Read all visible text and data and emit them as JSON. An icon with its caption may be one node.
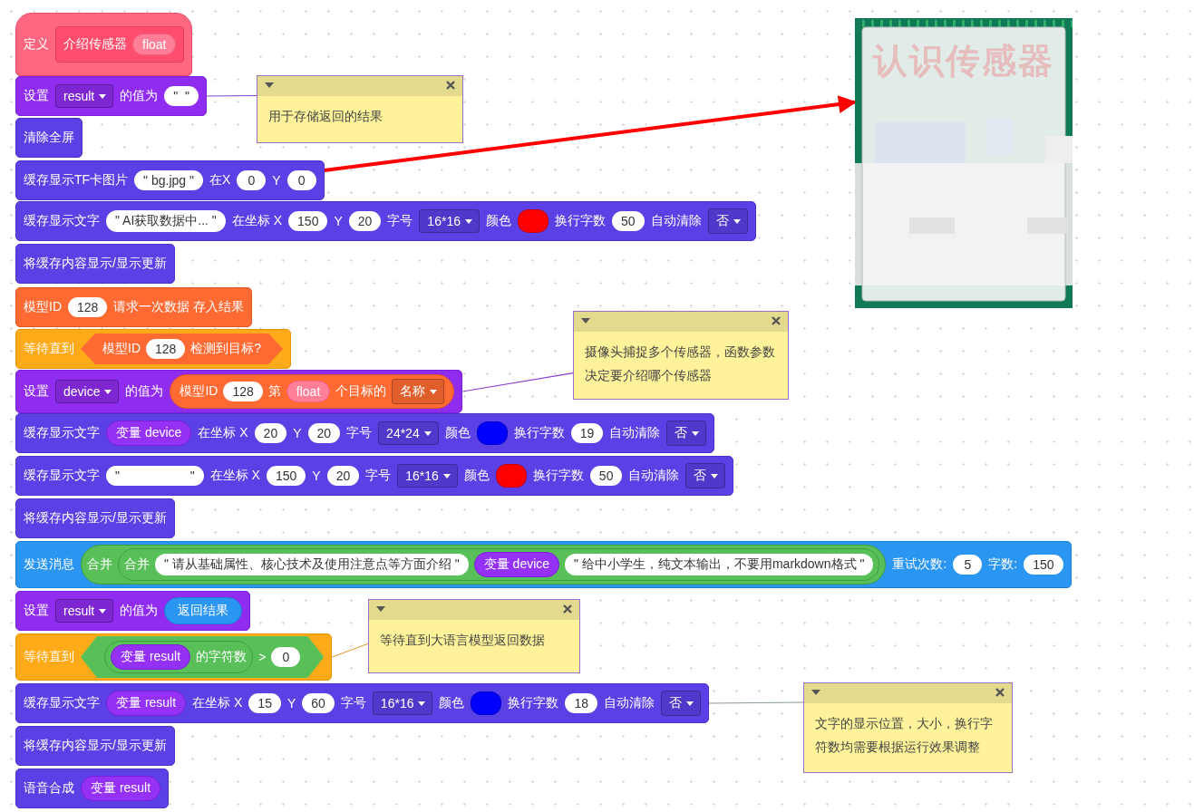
{
  "diagram": {
    "nodes": [
      {
        "text": [
          "定义",
          "介绍传感器",
          "float"
        ]
      },
      {
        "text": [
          "设置",
          "result",
          "的值为",
          "\"  \""
        ]
      },
      {
        "text": [
          "用于存储返回的结果"
        ]
      },
      {
        "text": [
          "清除全屏"
        ]
      },
      {
        "text": [
          "缓存显示TF卡图片",
          "\" bg.jpg \"",
          "在X",
          "0",
          "Y",
          "0"
        ]
      },
      {
        "text": [
          "认识传感器"
        ]
      },
      {
        "text": [
          "缓存显示文字",
          "\" AI获取数据中... \"",
          "在坐标 X",
          "150",
          "Y",
          "20",
          "字号",
          "16*16",
          "颜色",
          "换行字数",
          "50",
          "自动清除",
          "否"
        ]
      },
      {
        "text": [
          "将缓存内容显示/显示更新"
        ]
      },
      {
        "text": [
          "模型ID",
          "128",
          "请求一次数据 存入结果"
        ]
      },
      {
        "text": [
          "等待直到",
          "模型ID",
          "128",
          "检测到目标?"
        ]
      },
      {
        "text": [
          "摄像头捕捉多个传感器，函数参数决定要介绍哪个传感器"
        ]
      },
      {
        "text": [
          "设置",
          "device",
          "的值为",
          "模型ID",
          "128",
          "第",
          "float",
          "个目标的",
          "名称"
        ]
      },
      {
        "text": [
          "缓存显示文字",
          "变量 device",
          "在坐标 X",
          "20",
          "Y",
          "20",
          "字号",
          "24*24",
          "颜色",
          "换行字数",
          "19",
          "自动清除",
          "否"
        ]
      },
      {
        "text": [
          "缓存显示文字",
          "\"                    \"",
          "在坐标 X",
          "150",
          "Y",
          "20",
          "字号",
          "16*16",
          "颜色",
          "换行字数",
          "50",
          "自动清除",
          "否"
        ]
      },
      {
        "text": [
          "将缓存内容显示/显示更新"
        ]
      },
      {
        "text": [
          "发送消息",
          "合并",
          "合并",
          "\" 请从基础属性、核心技术及使用注意点等方面介绍 \"",
          "变量 device",
          "\" 给中小学生，纯文本输出，不要用markdown格式 \"",
          "重试次数:",
          "5",
          "字数:",
          "150"
        ]
      },
      {
        "text": [
          "设置",
          "result",
          "的值为",
          "返回结果"
        ]
      },
      {
        "text": [
          "等待直到大语言模型返回数据"
        ]
      },
      {
        "text": [
          "等待直到",
          "变量 result",
          "的字符数",
          ">",
          "0"
        ]
      },
      {
        "text": [
          "缓存显示文字",
          "变量 result",
          "在坐标 X",
          "15",
          "Y",
          "60",
          "字号",
          "16*16",
          "颜色",
          "换行字数",
          "18",
          "自动清除",
          "否"
        ]
      },
      {
        "text": [
          "文字的显示位置，大小，换行字符数均需要根据运行效果调整"
        ]
      },
      {
        "text": [
          "将缓存内容显示/显示更新"
        ]
      },
      {
        "text": [
          "语音合成",
          "变量 result"
        ]
      }
    ],
    "edges": [
      {
        "from": 2,
        "to": 1,
        "arrow": "none"
      },
      {
        "from": 4,
        "to": 5,
        "arrow": "to",
        "style": "thick",
        "color": "#ff0000"
      },
      {
        "from": 10,
        "to": 11,
        "arrow": "none"
      },
      {
        "from": 17,
        "to": 18,
        "arrow": "none",
        "color": "#e0a040"
      },
      {
        "from": 20,
        "to": 19,
        "arrow": "none",
        "color": "#8a9a9a"
      }
    ]
  }
}
